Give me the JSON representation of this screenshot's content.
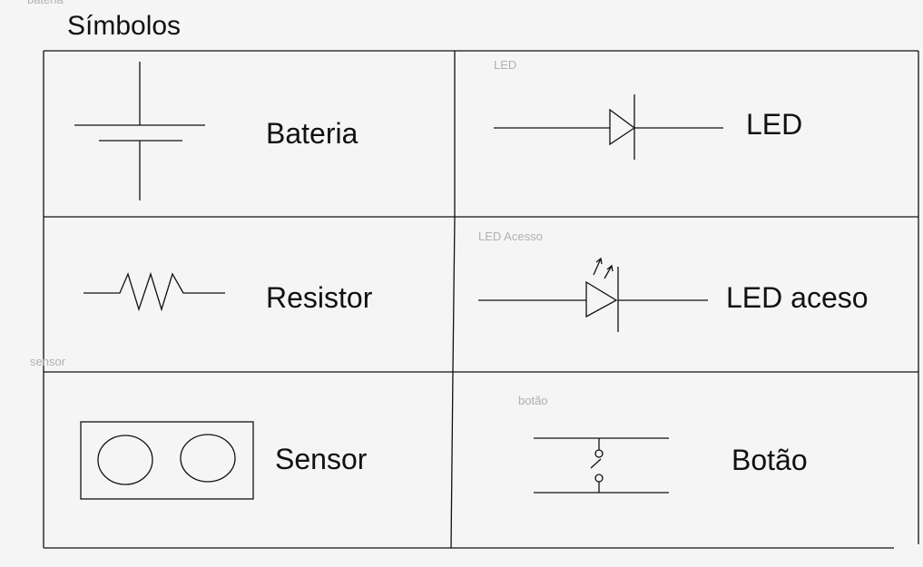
{
  "title": "Símbolos",
  "frame_labels": {
    "top": "bateria",
    "led": "LED",
    "led_acesso": "LED Acesso",
    "sensor": "sensor",
    "botao": "botão"
  },
  "symbols": {
    "bateria": "Bateria",
    "led": "LED",
    "resistor": "Resistor",
    "led_aceso": "LED aceso",
    "sensor": "Sensor",
    "botao": "Botão"
  },
  "colors": {
    "stroke": "#111111",
    "background": "#f5f5f5",
    "frame_label": "#b0b0b0"
  }
}
